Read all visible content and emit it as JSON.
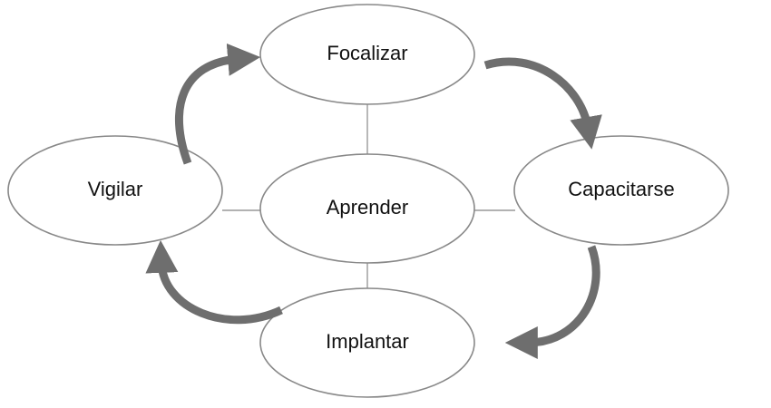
{
  "nodes": {
    "center": "Aprender",
    "top": "Focalizar",
    "right": "Capacitarse",
    "bottom": "Implantar",
    "left": "Vigilar"
  },
  "colors": {
    "arrow": "#6e6e6e",
    "outline": "#888888"
  }
}
